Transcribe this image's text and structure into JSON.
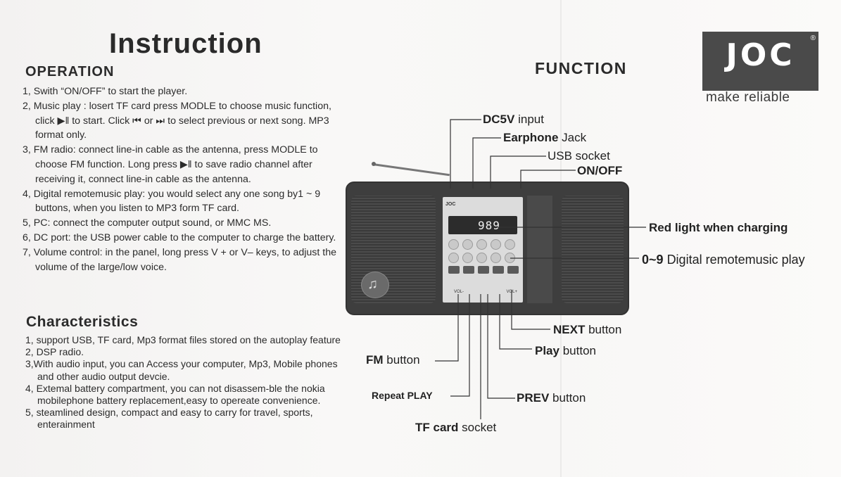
{
  "title": "Instruction",
  "operation": {
    "heading": "OPERATION",
    "items": [
      "1, Swith  “ON/OFF” to start the player.",
      "2, Music play : losert TF card press  MODLE to choose music function, click ▶‖ to start. Click ⏮ or ⏭ to select previous or next  song. MP3 format only.",
      "3, FM radio: connect line-in cable as the antenna, press MODLE to choose FM function. Long press ▶‖ to save radio channel after receiving it, connect line-in cable as the antenna.",
      "4, Digital  remotemusic play:  you would select any one  song by1 ~ 9 buttons,  when you listen to MP3 form TF card.",
      "5, PC:  connect the computer output sound, or MMC MS.",
      "6, DC port: the USB power cable to the computer to charge the battery.",
      "7, Volume control: in the panel, long press V +   or  V– keys, to adjust the volume of the large/low voice."
    ]
  },
  "characteristics": {
    "heading": "Characteristics",
    "items": [
      "1, support USB, TF card, Mp3 format files stored on the autoplay feature",
      "2, DSP radio.",
      "3,With audio input, you can Access your computer, Mp3, Mobile phones and other audio output devcie.",
      "4, Extemal battery compartment, you can not disassem-ble  the nokia mobilephone battery replacement,easy to opereate convenience.",
      "5, steamlined design, compact and easy to carry for travel, sports, enterainment"
    ]
  },
  "function": {
    "heading": "FUNCTION",
    "labels": {
      "dc5v_b": "DC5V",
      "dc5v_r": "input",
      "earphone_b": "Earphone",
      "earphone_r": "Jack",
      "usb": "USB socket",
      "onoff": "ON/OFF",
      "redlight": "Red light when charging",
      "digital_b": "0~9",
      "digital_r": "Digital  remotemusic play",
      "next_b": "NEXT",
      "next_r": "button",
      "play_b": "Play",
      "play_r": "button",
      "fm_b": "FM",
      "fm_r": "button",
      "repeat": "Repeat PLAY",
      "prev_b": "PREV",
      "prev_r": "button",
      "tf_b": "TF  card",
      "tf_r": "socket"
    }
  },
  "logo": {
    "text": "JOC",
    "reg": "®",
    "tagline": "make reliable"
  },
  "device": {
    "brand": "JOC",
    "display": "989",
    "vol_minus": "VOL-",
    "vol_plus": "VOL+"
  }
}
